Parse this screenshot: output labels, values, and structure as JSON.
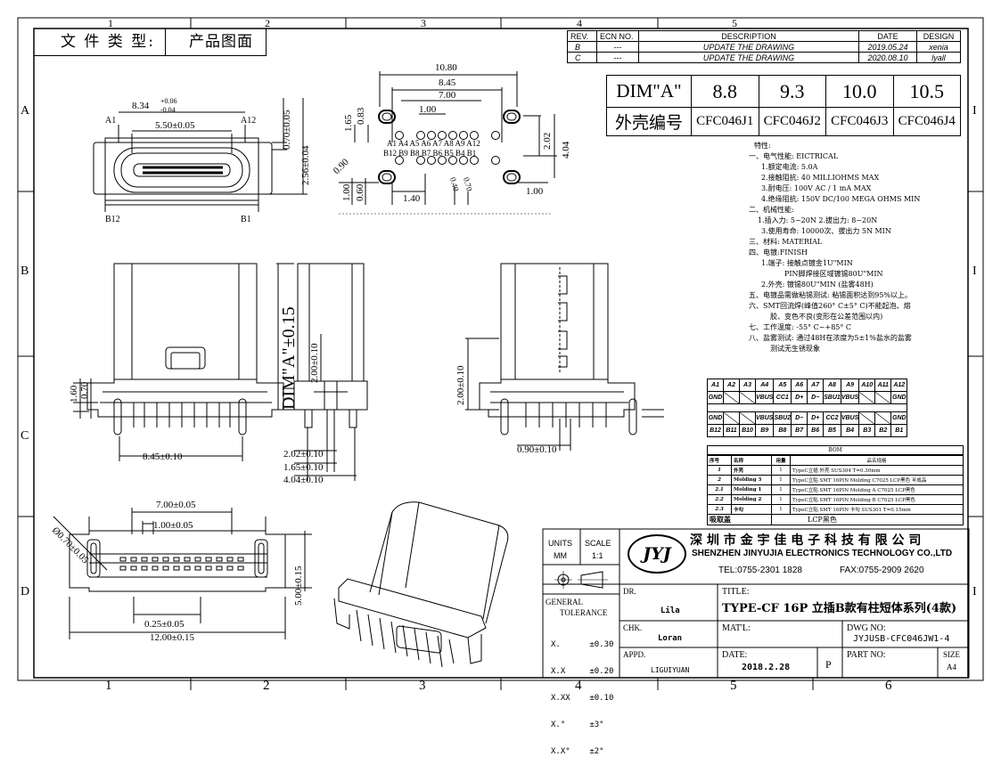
{
  "doc_type": {
    "label": "文 件 类 型:",
    "value": "产品图面"
  },
  "grid": {
    "top": [
      "1",
      "2",
      "3",
      "4",
      "5"
    ],
    "bottom": [
      "1",
      "2",
      "3",
      "4",
      "5",
      "6"
    ],
    "left": [
      "A",
      "B",
      "C",
      "D"
    ],
    "right": [
      "I",
      "I",
      "I"
    ]
  },
  "revision": {
    "headers": [
      "REV.",
      "ECN NO.",
      "DESCRIPTION",
      "DATE",
      "DESIGN"
    ],
    "rows": [
      {
        "rev": "B",
        "ecn": "---",
        "desc": "UPDATE  THE  DRAWING",
        "date": "2019.05.24",
        "design": "xenia"
      },
      {
        "rev": "C",
        "ecn": "---",
        "desc": "UPDATE  THE  DRAWING",
        "date": "2020.08.10",
        "design": "lyall"
      }
    ]
  },
  "dim_table": {
    "row1_label": "DIM\"A\"",
    "row1": [
      "8.8",
      "9.3",
      "10.0",
      "10.5"
    ],
    "row2_label": "外壳编号",
    "row2": [
      "CFC046J1",
      "CFC046J2",
      "CFC046J3",
      "CFC046J4"
    ]
  },
  "specs": [
    "特性:",
    "一、电气性能: EICTRICAL",
    "1.额定电流: 5.0A",
    "2.接触阻抗: 40 MILLIOHMS MAX",
    "3.耐电压: 100V AC / 1 mA MAX",
    "4.绝缘阻抗: 150V DC/100 MEGA OHMS MIN",
    "二、机械性能:",
    "1.插入力: 5~20N  2.拔出力: 8~20N",
    "3.使用寿命: 10000次、拔出力 5N MIN",
    "三、材料: MATERIAL",
    "四、电镀:FINISH",
    "1.端子: 接触点镀金1U\"MIN",
    "PIN脚焊接区域镀锡80U\"MIN",
    "2.外壳: 镀锡80U\"MIN (盐雾48H)",
    "五、电镀品需做粘锡测试: 粘锡面积达到95%以上。",
    "六、SMT回流焊(峰值260° C±5° C)不能起泡、熔",
    "胶、变色不良(变形在公差范围以内)",
    "七、工作温度: -55° C~+85° C",
    "八、盐雾测试: 通过48H在浓度为5±1%盐水的盐雾",
    "测试无生锈现象"
  ],
  "pin_table": {
    "top_ids": [
      "A1",
      "A2",
      "A3",
      "A4",
      "A5",
      "A6",
      "A7",
      "A8",
      "A9",
      "A10",
      "A11",
      "A12"
    ],
    "top_sigs": [
      "GND",
      "",
      "",
      "VBUS",
      "CC1",
      "D+",
      "D−",
      "SBU1",
      "VBUS",
      "",
      "",
      "GND"
    ],
    "bot_sigs": [
      "GND",
      "",
      "",
      "VBUS",
      "SBU2",
      "D−",
      "D+",
      "CC2",
      "VBUS",
      "",
      "",
      "GND"
    ],
    "bot_ids": [
      "B12",
      "B11",
      "B10",
      "B9",
      "B8",
      "B7",
      "B6",
      "B5",
      "B4",
      "B3",
      "B2",
      "B1"
    ]
  },
  "bom": {
    "title": "BOM",
    "headers": [
      "序号",
      "名称",
      "用量",
      "品名规格"
    ],
    "rows": [
      {
        "no": "1",
        "name": "外壳",
        "qty": "1",
        "spec": "TypeC立插 外壳 SUS304 T=0.30mm"
      },
      {
        "no": "2",
        "name": "Molding 3",
        "qty": "1",
        "spec": "TypeC立贴 SMT 16PIN Molding C7025 LCP黑色  半成品"
      },
      {
        "no": "2.1",
        "name": "Molding 1",
        "qty": "1",
        "spec": "TypeC立贴 SMT 16PIN Molding A C7025 LCP黑色"
      },
      {
        "no": "2.2",
        "name": "Molding 2",
        "qty": "1",
        "spec": "TypeC立贴 SMT 16PIN Molding B C7025 LCP黑色"
      },
      {
        "no": "2.3",
        "name": "卡勾",
        "qty": "1",
        "spec": "TypeC立贴 SMT 16PIN 卡勾 SUS301 T=0.15mm"
      }
    ],
    "footer_label": "吸取盖",
    "footer_value": "LCP黑色"
  },
  "title_block": {
    "units_label": "UNITS",
    "units_value": "MM",
    "scale_label": "SCALE",
    "scale_value": "1:1",
    "logo_text": "JYJ",
    "company_cn": "深 圳 市 金 宇 佳 电 子 科 技 有 限 公 司",
    "company_en": "SHENZHEN JINYUJIA ELECTRONICS TECHNOLOGY CO.,LTD",
    "tel": "TEL:0755-2301 1828",
    "fax": "FAX:0755-2909 2620",
    "dr_label": "DR.",
    "dr_value": "Lila",
    "title_label": "TITLE:",
    "title_value": "TYPE-CF 16P 立插B款有柱短体系列(4款)",
    "gen_tol_label": "GENERAL",
    "tol_label": "TOLERANCE",
    "tolerances": [
      "X.      ±0.30",
      "X.X     ±0.20",
      "X.XX    ±0.10",
      "X.°     ±3°",
      "X.X°    ±2°"
    ],
    "chk_label": "CHK.",
    "chk_value": "Loran",
    "matl_label": "MAT'L:",
    "dwg_label": "DWG NO:",
    "dwg_value": "JYJUSB-CFC046JW1-4",
    "appd_label": "APPD.",
    "appd_value": "LIGUIYUAN",
    "date_label": "DATE:",
    "date_value": "2018.2.28",
    "sheet_value": "P",
    "part_label": "PART NO:",
    "size_label": "SIZE",
    "size_value": "A4"
  },
  "dims": {
    "top_a": "8.34",
    "top_a_tol": "+0.06",
    "top_a_tol2": "-0.04",
    "top_b": "5.50±0.05",
    "top_c": "0.70±0.05",
    "top_d": "2.56±0.04",
    "pin_A1": "A1",
    "pin_A12": "A12",
    "pin_B12": "B12",
    "pin_B1": "B1",
    "fp_1080": "10.80",
    "fp_845": "8.45",
    "fp_700": "7.00",
    "fp_100": "1.00",
    "fp_165": "1.65",
    "fp_083": "0.83",
    "fp_202": "2.02",
    "fp_404": "4.04",
    "fp_090": "0.90",
    "fp_100b": "1.00",
    "fp_060": "0.60",
    "fp_140": "1.40",
    "fp_100c": "1.00",
    "fp_040": "0.40",
    "fp_070": "0.70",
    "fp_toplabels": "A1 A4 A5 A6 A7 A8 A9 A12",
    "fp_botlabels": "B12 B9 B8 B7 B6 B5 B4 B1",
    "front_160": "1.60",
    "front_070": "0.70",
    "front_845": "8.45±0.10",
    "side_dim": "DIM\"A\"±0.15",
    "side_200": "2.00±0.10",
    "side_202": "2.02±0.10",
    "side_165": "1.65±0.10",
    "side_404": "4.04±0.10",
    "right_200": "2.00±0.10",
    "right_090": "0.90±0.10",
    "bot_700": "7.00±0.05",
    "bot_100": "1.00±0.05",
    "bot_070": "Ø0.70±0.05",
    "bot_025": "0.25±0.05",
    "bot_1200": "12.00±0.15",
    "bot_500": "5.00±0.15"
  }
}
